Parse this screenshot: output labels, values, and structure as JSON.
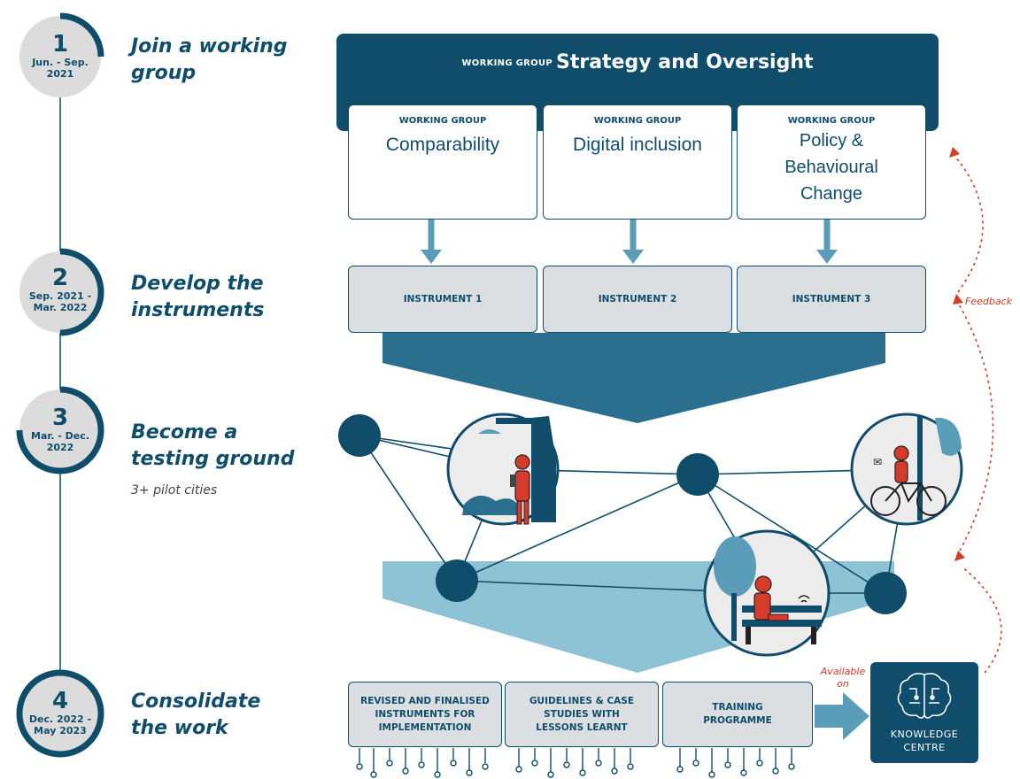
{
  "stages": [
    {
      "number": "1",
      "dates": "Jun. - Sep.\n2021",
      "title": "Join a working\ngroup"
    },
    {
      "number": "2",
      "dates": "Sep. 2021 -\nMar. 2022",
      "title": "Develop the\ninstruments"
    },
    {
      "number": "3",
      "dates": "Mar. - Dec.\n2022",
      "title": "Become a\ntesting ground",
      "subtitle": "3+ pilot cities"
    },
    {
      "number": "4",
      "dates": "Dec. 2022 -\nMay 2023",
      "title": "Consolidate\nthe work"
    }
  ],
  "header": {
    "prefix": "WORKING GROUP",
    "title": "Strategy and Oversight"
  },
  "working_groups": [
    {
      "label": "WORKING GROUP",
      "name": "Comparability"
    },
    {
      "label": "WORKING GROUP",
      "name": "Digital inclusion"
    },
    {
      "label": "WORKING GROUP",
      "name": "Policy &\nBehavioural\nChange"
    }
  ],
  "instruments": [
    "INSTRUMENT 1",
    "INSTRUMENT 2",
    "INSTRUMENT 3"
  ],
  "outputs": [
    "REVISED AND FINALISED\nINSTRUMENTS FOR\nIMPLEMENTATION",
    "GUIDELINES & CASE\nSTUDIES WITH\nLESSONS LEARNT",
    "TRAINING\nPROGRAMME"
  ],
  "knowledge_centre": "KNOWLEDGE\nCENTRE",
  "available_on": "Available\non",
  "feedback": "Feedback",
  "colors": {
    "primary": "#0f4d6b",
    "light_teal": "#5b9db8",
    "accent_red": "#d63a2a",
    "grey_box": "#dcdfe1"
  }
}
